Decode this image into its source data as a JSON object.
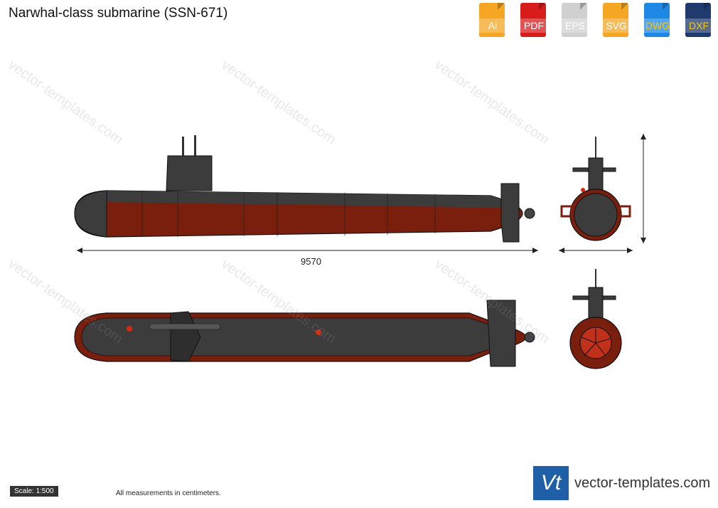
{
  "title": "Narwhal-class submarine (SSN-671)",
  "formats": [
    {
      "label": "Ai",
      "icon": "ai-file-icon"
    },
    {
      "label": "PDF",
      "icon": "pdf-file-icon"
    },
    {
      "label": "EPS",
      "icon": "eps-file-icon"
    },
    {
      "label": "SVG",
      "icon": "svg-file-icon"
    },
    {
      "label": "DWG",
      "icon": "dwg-file-icon"
    },
    {
      "label": "DXF",
      "icon": "dxf-file-icon"
    }
  ],
  "dimension_length": "9570",
  "scale": "Scale: 1:500",
  "note": "All measurements in centimeters.",
  "brand": {
    "logo": "Vt",
    "name": "vector-templates.com"
  },
  "watermark": "vector-templates.com",
  "colors": {
    "hull_red": "#7a1e0e",
    "hull_dark": "#3c3c3c",
    "outline": "#111111",
    "accent_red": "#d42a10",
    "brand_blue": "#1f5fa8"
  }
}
